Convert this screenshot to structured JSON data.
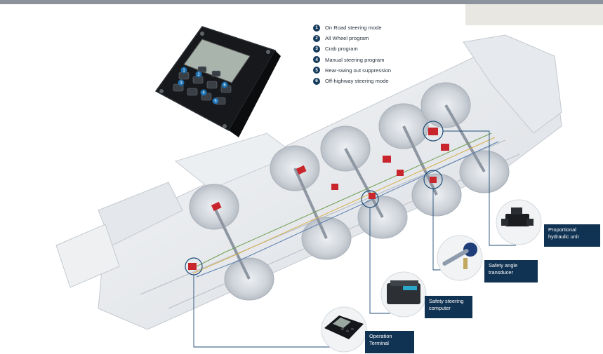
{
  "legend": [
    {
      "num": "1",
      "label": "On Road steering mode"
    },
    {
      "num": "2",
      "label": "All Wheel program"
    },
    {
      "num": "3",
      "label": "Crab program"
    },
    {
      "num": "4",
      "label": "Manual steering program"
    },
    {
      "num": "5",
      "label": "Rear-swing out suppression"
    },
    {
      "num": "6",
      "label": "Off-highway steering mode"
    }
  ],
  "callouts": {
    "proportional_hydraulic_unit": {
      "line1": "Proportional",
      "line2": "hydraulic unit"
    },
    "safety_angle_transducer": {
      "line1": "Safety angle",
      "line2": "transducer"
    },
    "safety_steering_computer": {
      "line1": "Safety steering",
      "line2": "computer"
    },
    "operation_terminal": {
      "line1": "Operation",
      "line2": "Terminal"
    }
  },
  "terminal_keys": [
    "1",
    "2",
    "3",
    "4",
    "5",
    "6"
  ],
  "colors": {
    "callout_bg": "#103253",
    "legend_badge": "#143a5c",
    "hydraulic_red": "#c8262c",
    "connector_line": "#1f4e79"
  }
}
